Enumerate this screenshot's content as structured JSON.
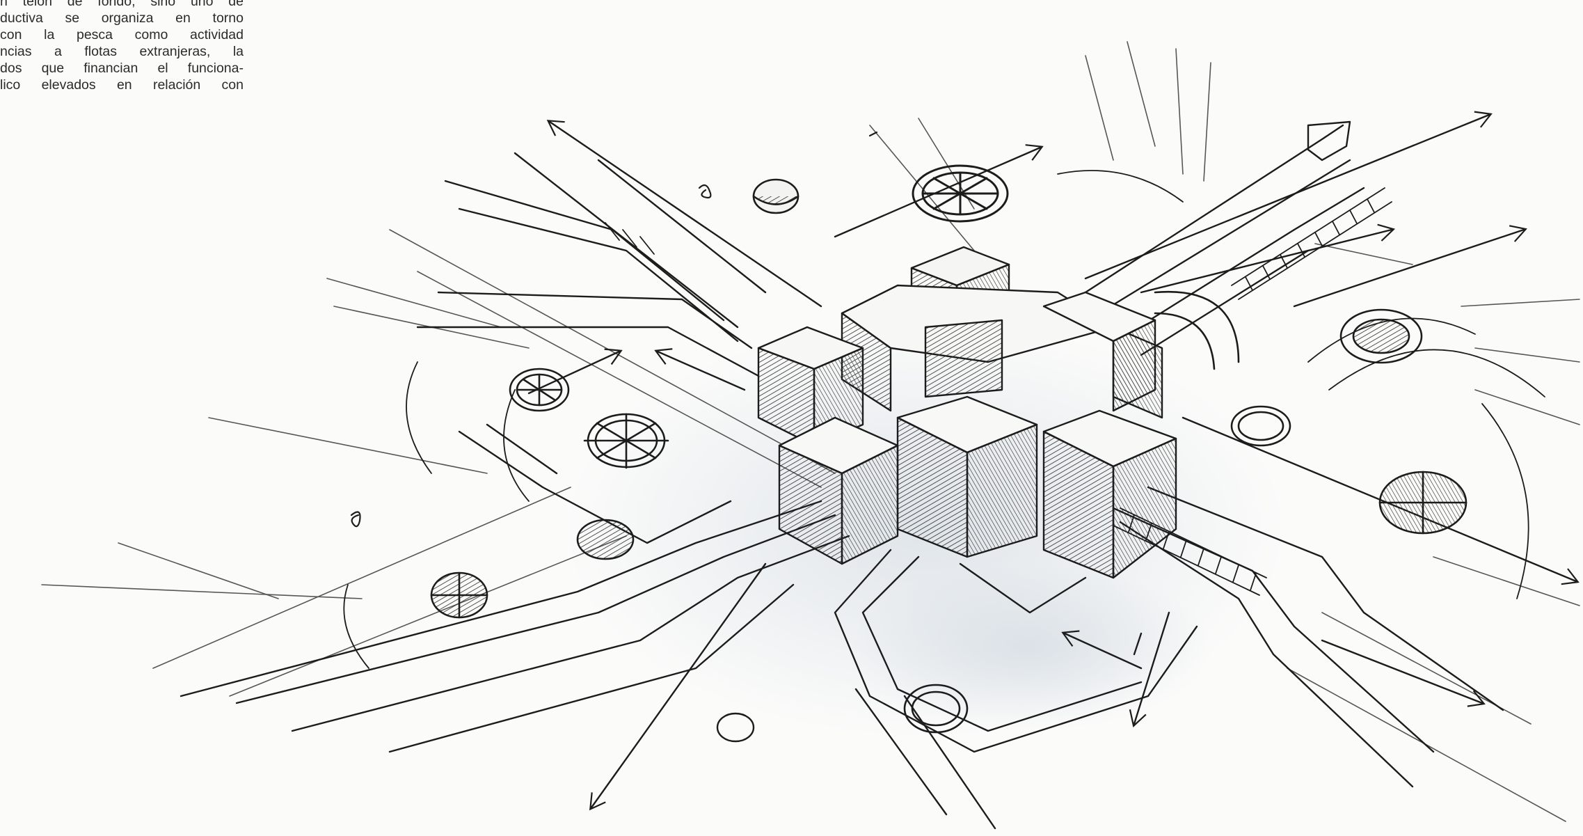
{
  "article": {
    "lines": [
      "n telón de fondo, sino uno de",
      "ductiva se organiza en torno",
      "con la pesca como actividad",
      "ncias a flotas extranjeras, la",
      "dos que financian el funciona-",
      "lico elevados en relación con"
    ]
  },
  "illustration": {
    "subject": "isometric pencil sketch of a central block hub with radiating channels, arrows and circular nodes",
    "ink_color": "#1c1c1c",
    "wash_color": "#c9d3dd"
  }
}
